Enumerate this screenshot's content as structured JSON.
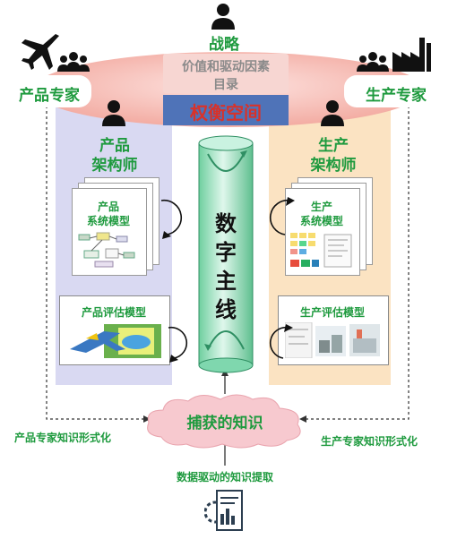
{
  "strategy": {
    "title": "战略",
    "value_catalog_line1": "价值和驱动因素",
    "value_catalog_line2": "目录",
    "tradeoff_space": "权衡空间"
  },
  "left": {
    "expert": "产品专家",
    "architect_line1": "产品",
    "architect_line2": "架构师",
    "system_model_line1": "产品",
    "system_model_line2": "系统模型",
    "eval_model": "产品评估模型"
  },
  "right": {
    "expert": "生产专家",
    "architect_line1": "生产",
    "architect_line2": "架构师",
    "system_model_line1": "生产",
    "system_model_line2": "系统模型",
    "eval_model": "生产评估模型"
  },
  "digital_thread": [
    "数",
    "字",
    "主",
    "线"
  ],
  "captured_knowledge": "捕获的知识",
  "product_formalization": "产品专家知识形式化",
  "production_formalization": "生产专家知识形式化",
  "data_driven_extraction": "数据驱动的知识提取",
  "colors": {
    "green": "#1e9a3e",
    "ellipse": "#f4b5ad",
    "tradeoff_bar": "#4f73b8",
    "tradeoff_text": "#d8322a",
    "left_panel": "#d9d9f2",
    "right_panel": "#fbe3c2",
    "cloud": "#f7c9cf",
    "cylinder": "#9fe0c6"
  },
  "icons": [
    "person-icon",
    "airplane-icon",
    "group-icon",
    "factory-icon",
    "document-chart-icon"
  ]
}
